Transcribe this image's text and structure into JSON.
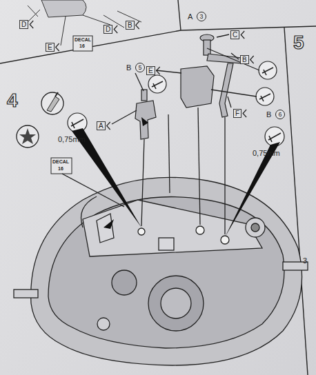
{
  "diagram": {
    "labels": [
      "D",
      "E",
      "DECAL",
      "16",
      "D",
      "B",
      "A",
      "3",
      "5",
      "C",
      "B",
      "E",
      "F",
      "B",
      "5",
      "A",
      "0,75mm",
      "B",
      "6",
      "0,75mm",
      "DECAL",
      "16",
      "4",
      "3"
    ]
  }
}
